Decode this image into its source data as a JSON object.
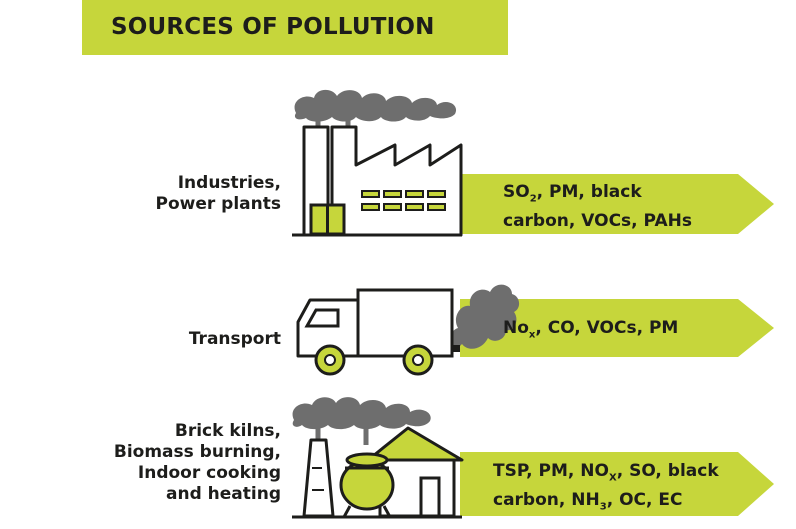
{
  "title": "SOURCES OF POLLUTION",
  "colors": {
    "accent": "#c6d63b",
    "smoke": "#6e6e6e",
    "outline": "#1d1d1b"
  },
  "sources": [
    {
      "icon": "factory-icon",
      "label_lines": [
        "Industries,",
        "Power plants"
      ],
      "pollutant_lines": [
        [
          {
            "t": "SO"
          },
          {
            "sub": "2"
          },
          {
            "t": ", PM, black"
          }
        ],
        [
          {
            "t": "carbon, VOCs, PAHs"
          }
        ]
      ]
    },
    {
      "icon": "truck-icon",
      "label_lines": [
        "Transport"
      ],
      "pollutant_lines": [
        [
          {
            "t": "No"
          },
          {
            "sub": "x"
          },
          {
            "t": ", CO, VOCs, PM"
          }
        ]
      ]
    },
    {
      "icon": "kiln-house-icon",
      "label_lines": [
        "Brick kilns,",
        "Biomass burning,",
        "Indoor cooking",
        "and heating"
      ],
      "pollutant_lines": [
        [
          {
            "t": "TSP, PM, NO"
          },
          {
            "sub": "X"
          },
          {
            "t": ", SO, black"
          }
        ],
        [
          {
            "t": "carbon, NH"
          },
          {
            "sub": "3"
          },
          {
            "t": ", OC, EC"
          }
        ]
      ]
    }
  ]
}
